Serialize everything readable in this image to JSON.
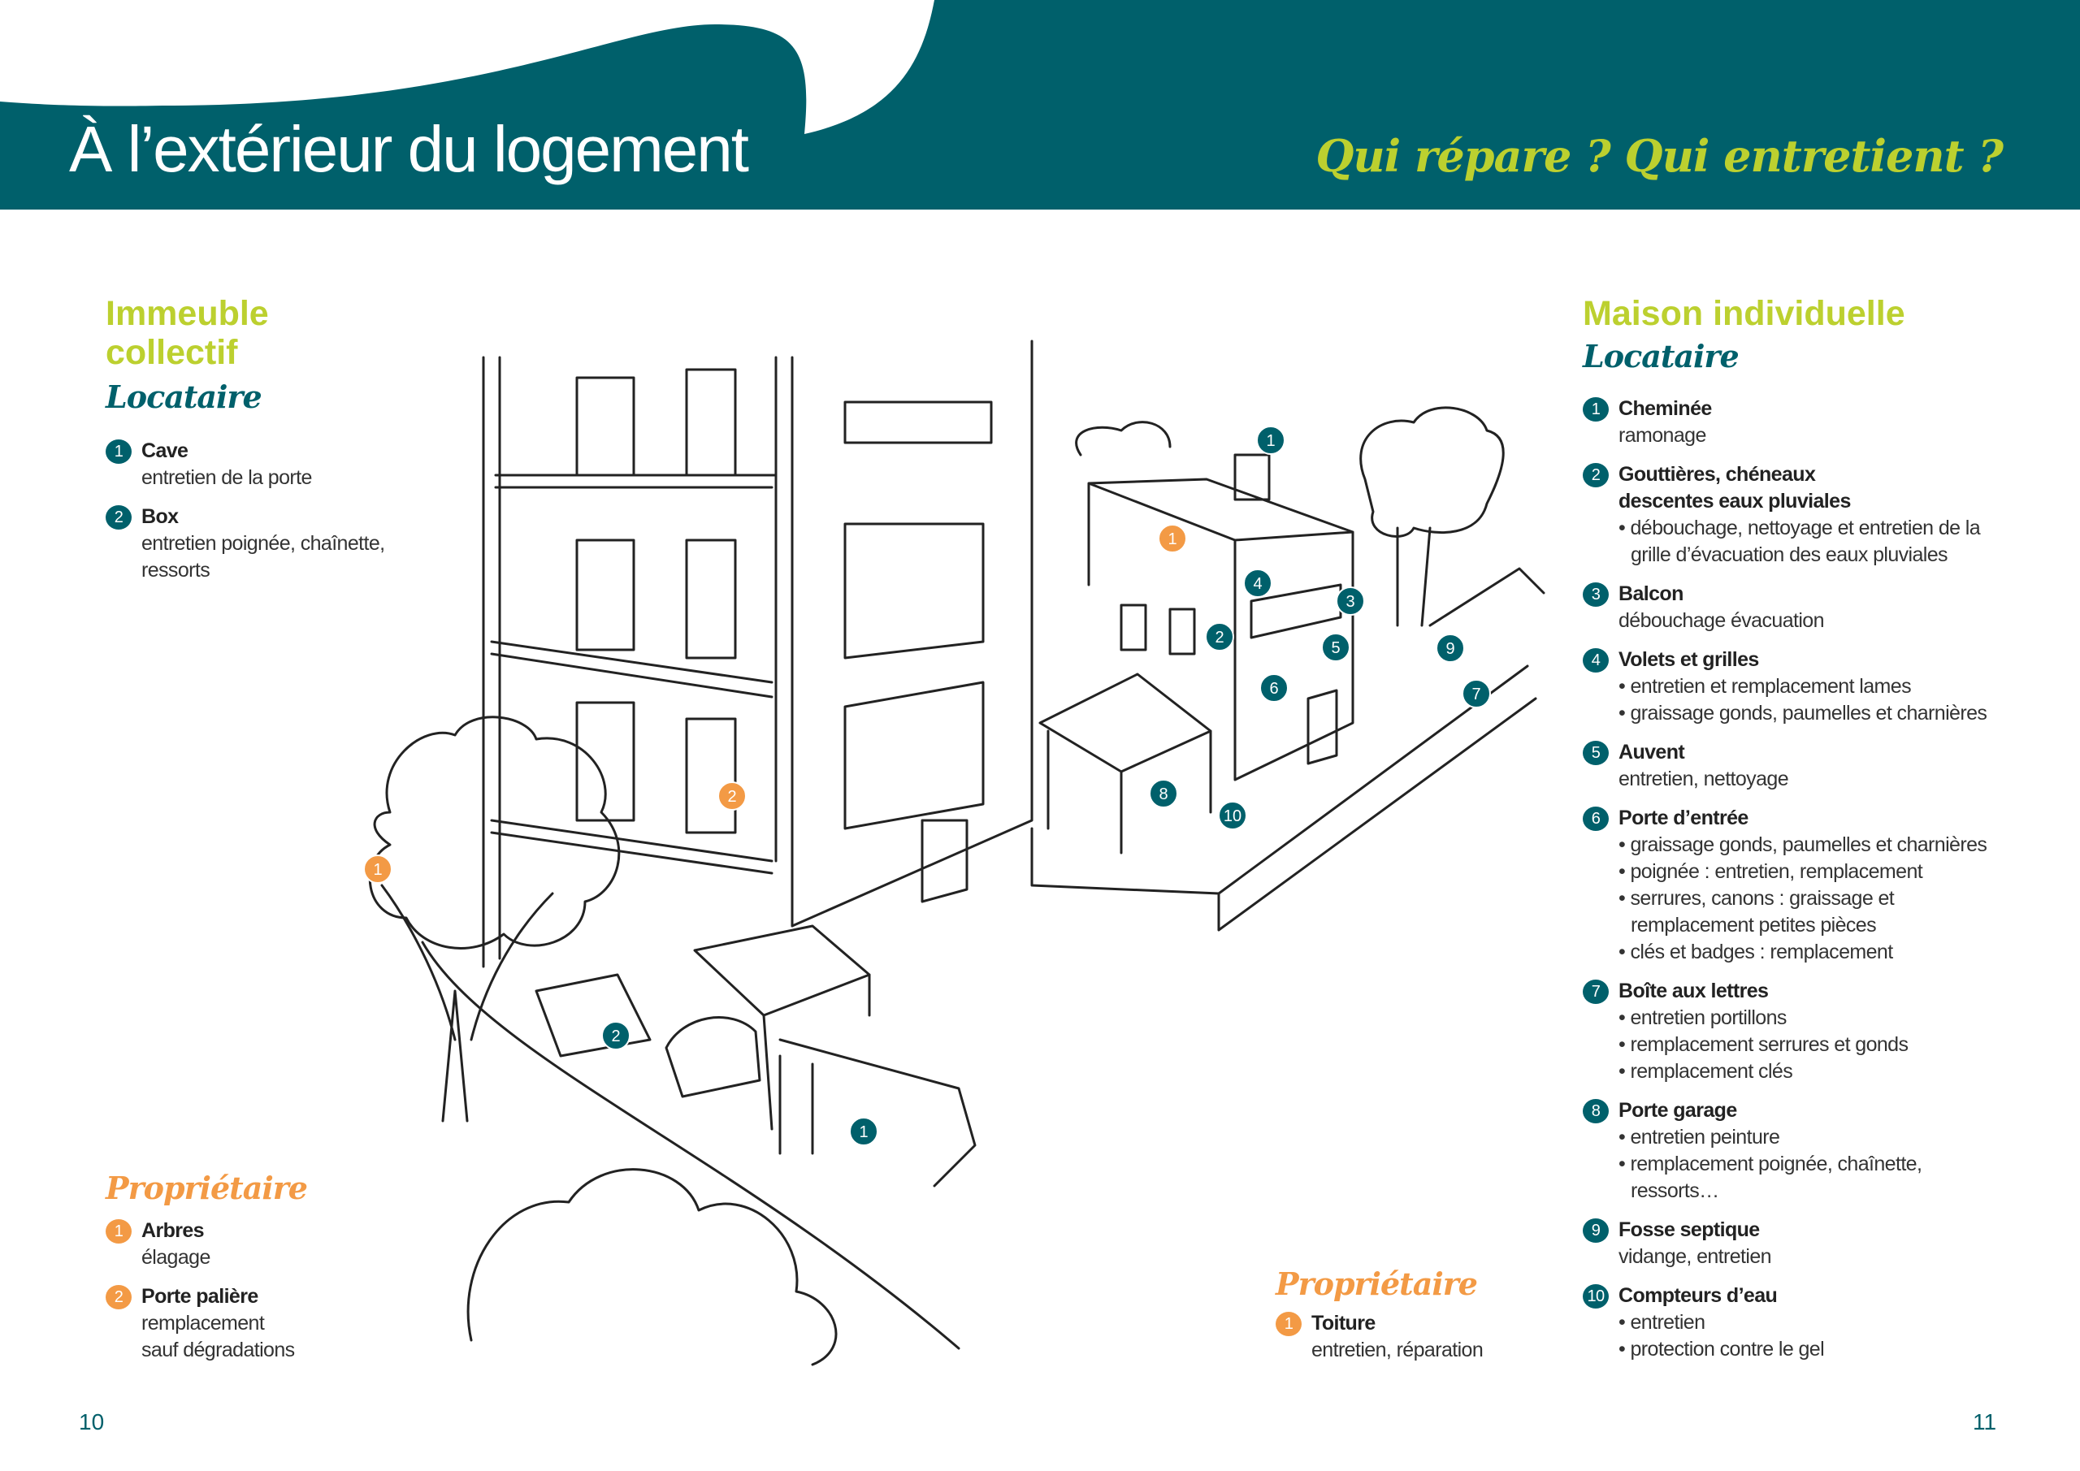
{
  "header": {
    "title": "À l’extérieur du logement",
    "tagline": "Qui répare ? Qui entretient ?"
  },
  "colors": {
    "teal": "#00606b",
    "lime": "#bcd02f",
    "orange": "#f39a45"
  },
  "immeuble": {
    "title_line1": "Immeuble",
    "title_line2": "collectif",
    "locataire": {
      "label": "Locataire",
      "items": [
        {
          "num": "1",
          "title": "Cave",
          "desc": "entretien de la porte"
        },
        {
          "num": "2",
          "title": "Box",
          "desc": "entretien poignée, chaînette, ressorts"
        }
      ]
    },
    "proprietaire": {
      "label": "Propriétaire",
      "items": [
        {
          "num": "1",
          "title": "Arbres",
          "desc": "élagage"
        },
        {
          "num": "2",
          "title": "Porte palière",
          "desc1": "remplacement",
          "desc2": "sauf dégradations"
        }
      ]
    }
  },
  "maison": {
    "title": "Maison individuelle",
    "locataire": {
      "label": "Locataire",
      "items": [
        {
          "num": "1",
          "title": "Cheminée",
          "desc": "ramonage"
        },
        {
          "num": "2",
          "title": "Gouttières, chéneaux descentes eaux pluviales",
          "bullets": [
            "débouchage, nettoyage et entretien de la grille d’évacuation des eaux pluviales"
          ]
        },
        {
          "num": "3",
          "title": "Balcon",
          "desc": "débouchage évacuation"
        },
        {
          "num": "4",
          "title": "Volets et grilles",
          "bullets": [
            "entretien et remplacement lames",
            "graissage gonds, paumelles et charnières"
          ]
        },
        {
          "num": "5",
          "title": "Auvent",
          "desc": "entretien, nettoyage"
        },
        {
          "num": "6",
          "title": "Porte d’entrée",
          "bullets": [
            "graissage gonds, paumelles et charnières",
            "poignée : entretien, remplacement",
            "serrures, canons : graissage et remplacement petites pièces",
            "clés et badges : remplacement"
          ]
        },
        {
          "num": "7",
          "title": "Boîte aux lettres",
          "bullets": [
            "entretien portillons",
            "remplacement serrures et gonds",
            "remplacement clés"
          ]
        },
        {
          "num": "8",
          "title": "Porte garage",
          "bullets": [
            "entretien peinture",
            "remplacement poignée, chaînette, ressorts…"
          ]
        },
        {
          "num": "9",
          "title": "Fosse septique",
          "desc": "vidange, entretien"
        },
        {
          "num": "10",
          "title": "Compteurs d’eau",
          "bullets": [
            "entretien",
            "protection contre le gel"
          ]
        }
      ]
    },
    "proprietaire": {
      "label": "Propriétaire",
      "items": [
        {
          "num": "1",
          "title": "Toiture",
          "desc": "entretien, réparation"
        }
      ]
    }
  },
  "illustration_markers": {
    "building": [
      {
        "num": "1",
        "type": "orange"
      },
      {
        "num": "2",
        "type": "orange"
      },
      {
        "num": "1",
        "type": "teal"
      },
      {
        "num": "2",
        "type": "teal"
      }
    ],
    "house": [
      {
        "num": "1",
        "type": "orange"
      },
      {
        "num": "1",
        "type": "teal"
      },
      {
        "num": "2",
        "type": "teal"
      },
      {
        "num": "3",
        "type": "teal"
      },
      {
        "num": "4",
        "type": "teal"
      },
      {
        "num": "5",
        "type": "teal"
      },
      {
        "num": "6",
        "type": "teal"
      },
      {
        "num": "7",
        "type": "teal"
      },
      {
        "num": "8",
        "type": "teal"
      },
      {
        "num": "9",
        "type": "teal"
      },
      {
        "num": "10",
        "type": "teal"
      }
    ]
  },
  "pages": {
    "left": "10",
    "right": "11"
  }
}
